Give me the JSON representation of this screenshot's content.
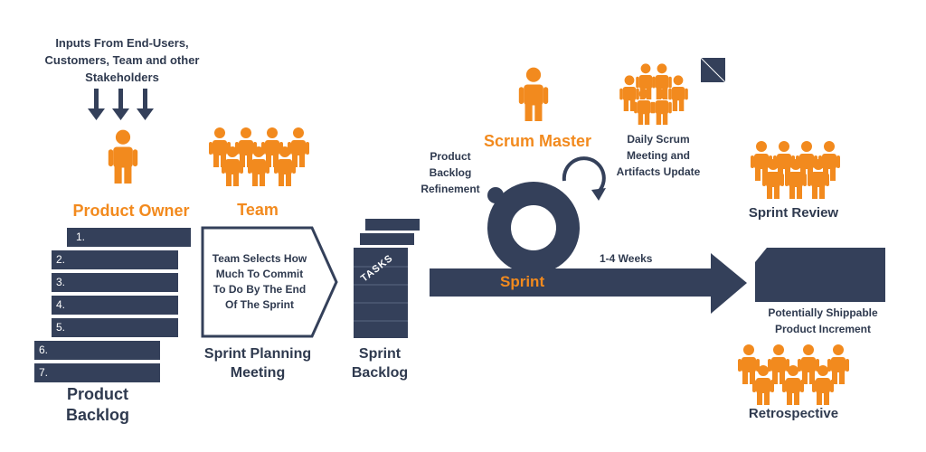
{
  "inputs_text": {
    "line1": "Inputs From End-Users,",
    "line2": "Customers, Team and other",
    "line3": "Stakeholders"
  },
  "product_owner": "Product Owner",
  "team": "Team",
  "scrum_master": "Scrum Master",
  "backlog_items": [
    "1.",
    "2.",
    "3.",
    "4.",
    "5.",
    "6.",
    "7."
  ],
  "product_backlog": {
    "line1": "Product",
    "line2": "Backlog"
  },
  "planning_box": {
    "line1": "Team Selects How",
    "line2": "Much To Commit",
    "line3": "To Do By The End",
    "line4": "Of The Sprint"
  },
  "sprint_planning": {
    "line1": "Sprint Planning",
    "line2": "Meeting"
  },
  "tasks": "TASKS",
  "sprint_backlog": {
    "line1": "Sprint",
    "line2": "Backlog"
  },
  "refinement": {
    "line1": "Product",
    "line2": "Backlog",
    "line3": "Refinement"
  },
  "daily_scrum": {
    "line1": "Daily Scrum",
    "line2": "Meeting and",
    "line3": "Artifacts Update"
  },
  "sprint": "Sprint",
  "weeks": "1-4 Weeks",
  "sprint_review": "Sprint Review",
  "increment": {
    "line1": "Potentially Shippable",
    "line2": "Product Increment"
  },
  "retrospective": "Retrospective",
  "colors": {
    "navy": "#34405a",
    "orange": "#f28a1e"
  },
  "icons": [
    "down-arrow-icon",
    "person-icon",
    "loop-arrow-icon"
  ]
}
